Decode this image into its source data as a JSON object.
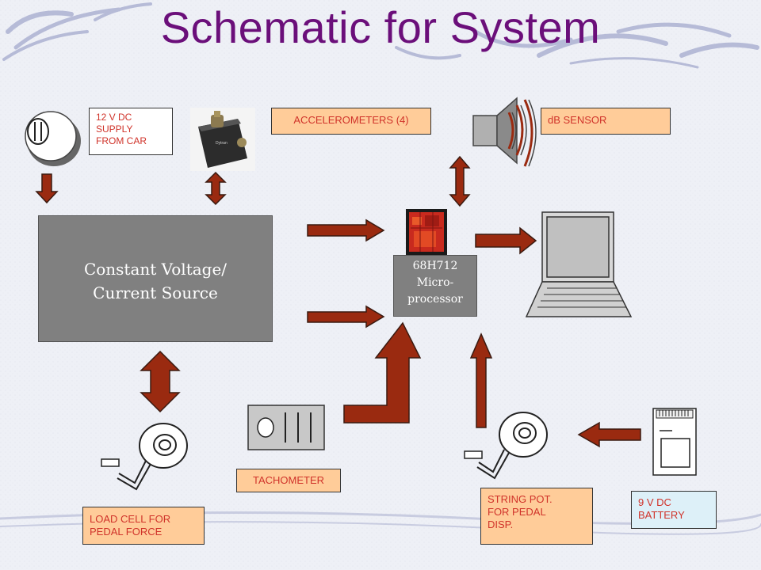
{
  "title": "Schematic for System",
  "nodes": {
    "supply": {
      "lines": [
        "12 V DC",
        "SUPPLY",
        "FROM CAR"
      ]
    },
    "accelerometers": {
      "label": "ACCELEROMETERS (4)"
    },
    "db_sensor": {
      "label": "dB SENSOR"
    },
    "source": {
      "lines": [
        "Constant Voltage/",
        "Current Source"
      ]
    },
    "microprocessor": {
      "lines": [
        "68H712",
        "Micro-",
        "processor"
      ]
    },
    "tachometer": {
      "label": "TACHOMETER"
    },
    "load_cell": {
      "lines": [
        "LOAD CELL FOR",
        "PEDAL FORCE"
      ]
    },
    "string_pot": {
      "lines": [
        "STRING POT.",
        "FOR PEDAL",
        "DISP."
      ]
    },
    "battery": {
      "lines": [
        "9 V DC",
        "BATTERY"
      ]
    }
  },
  "colors": {
    "title": "#6b0f7a",
    "arrow_fill": "#9a2a10",
    "label_fill": "#ffcc99",
    "label_text": "#d0332a",
    "box_fill": "#808080"
  },
  "icons": [
    "power-outlet-icon",
    "accelerometer-icon",
    "speaker-icon",
    "microchip-icon",
    "laptop-icon",
    "load-cell-icon",
    "tachometer-icon",
    "string-pot-icon",
    "battery-icon"
  ]
}
